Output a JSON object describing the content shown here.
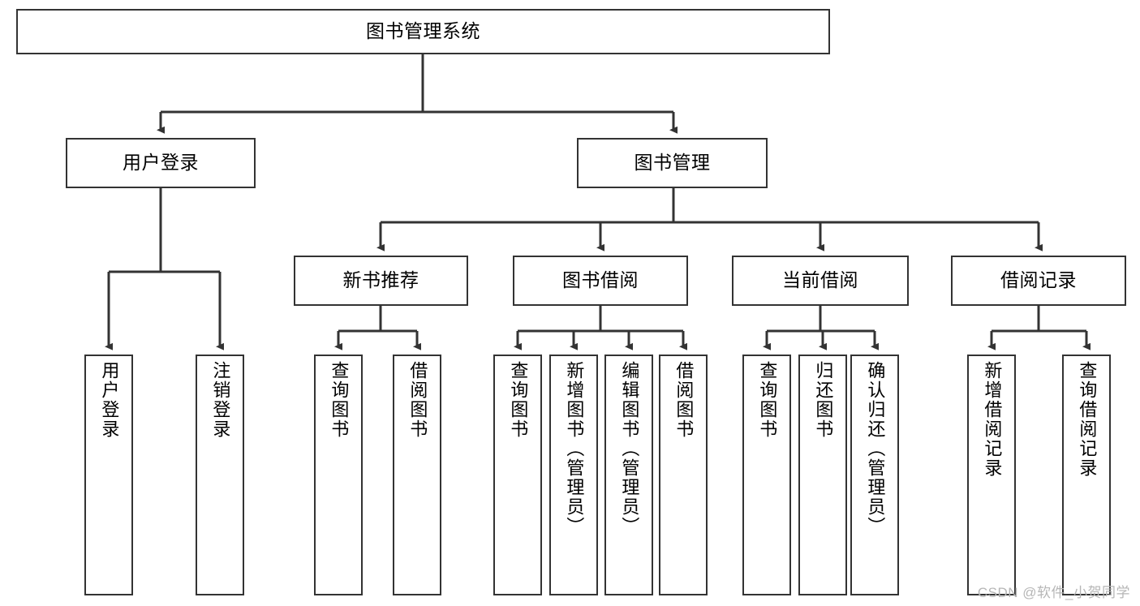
{
  "diagram": {
    "type": "tree",
    "title": "图书管理系统",
    "stroke_color": "#333333",
    "background_color": "#ffffff",
    "text_color": "#000000",
    "root": {
      "label": "图书管理系统"
    },
    "level2": [
      {
        "label": "用户登录"
      },
      {
        "label": "图书管理"
      }
    ],
    "level3": [
      {
        "label": "新书推荐"
      },
      {
        "label": "图书借阅"
      },
      {
        "label": "当前借阅"
      },
      {
        "label": "借阅记录"
      }
    ],
    "leaves": {
      "user_login": [
        {
          "label": "用户登录"
        },
        {
          "label": "注销登录"
        }
      ],
      "new_book_recommend": [
        {
          "label": "查询图书"
        },
        {
          "label": "借阅图书"
        }
      ],
      "book_borrow": [
        {
          "label": "查询图书"
        },
        {
          "label": "新增图书（管理员）"
        },
        {
          "label": "编辑图书（管理员）"
        },
        {
          "label": "借阅图书"
        }
      ],
      "current_borrow": [
        {
          "label": "查询图书"
        },
        {
          "label": "归还图书"
        },
        {
          "label": "确认归还（管理员）"
        }
      ],
      "borrow_record": [
        {
          "label": "新增借阅记录"
        },
        {
          "label": "查询借阅记录"
        }
      ]
    }
  },
  "watermark": {
    "text": "CSDN @软件_小贺同学"
  }
}
